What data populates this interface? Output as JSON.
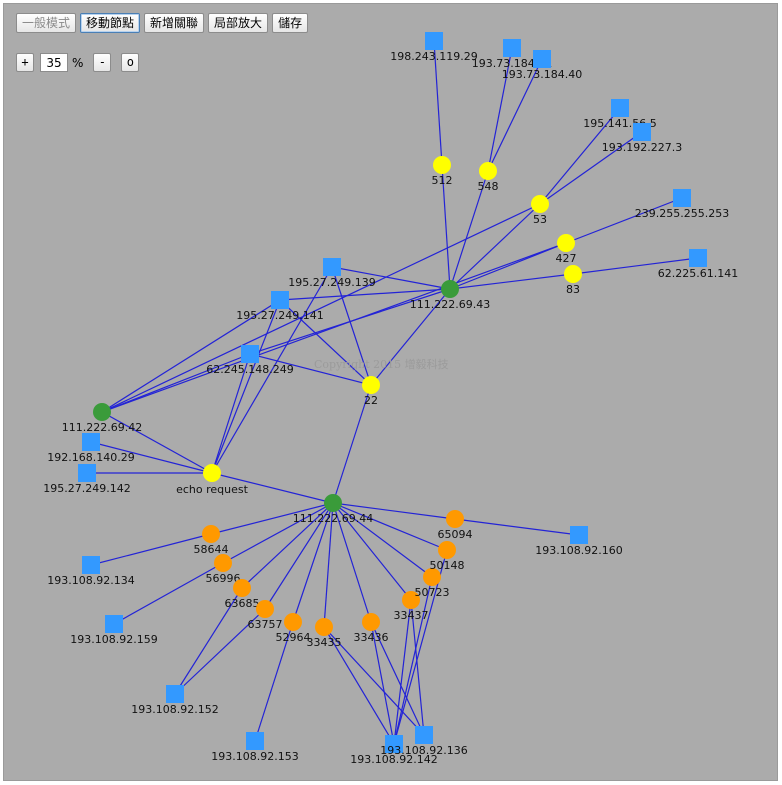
{
  "toolbar": {
    "modes": [
      {
        "label": "一般模式",
        "state": "disabled"
      },
      {
        "label": "移動節點",
        "state": "active"
      },
      {
        "label": "新增關聯",
        "state": "normal"
      },
      {
        "label": "局部放大",
        "state": "normal"
      },
      {
        "label": "儲存",
        "state": "normal"
      }
    ]
  },
  "zoom": {
    "plus_label": "+",
    "value": "35",
    "unit": "%",
    "minus_label": "-",
    "reset_label": "o"
  },
  "watermark": "Copyright 2015 增毅科技",
  "colors": {
    "background": "#ababab",
    "edge": "#2323d6",
    "host": "#3399ff",
    "hub": "#3a9b3a",
    "service": "#ffff00",
    "port": "#ff9900"
  },
  "nodes": [
    {
      "id": "h1",
      "label": "198.243.119.29",
      "kind": "host"
    },
    {
      "id": "h2",
      "label": "193.73.184.41",
      "kind": "host"
    },
    {
      "id": "h3",
      "label": "193.73.184.40",
      "kind": "host"
    },
    {
      "id": "h4",
      "label": "195.141.56.5",
      "kind": "host"
    },
    {
      "id": "h5",
      "label": "193.192.227.3",
      "kind": "host"
    },
    {
      "id": "h6",
      "label": "239.255.255.253",
      "kind": "host"
    },
    {
      "id": "h7",
      "label": "62.225.61.141",
      "kind": "host"
    },
    {
      "id": "h8",
      "label": "195.27.249.139",
      "kind": "host"
    },
    {
      "id": "h9",
      "label": "195.27.249.141",
      "kind": "host"
    },
    {
      "id": "h10",
      "label": "62.245.148.249",
      "kind": "host"
    },
    {
      "id": "h11",
      "label": "192.168.140.29",
      "kind": "host"
    },
    {
      "id": "h12",
      "label": "195.27.249.142",
      "kind": "host"
    },
    {
      "id": "h13",
      "label": "193.108.92.160",
      "kind": "host"
    },
    {
      "id": "h14",
      "label": "193.108.92.134",
      "kind": "host"
    },
    {
      "id": "h15",
      "label": "193.108.92.159",
      "kind": "host"
    },
    {
      "id": "h16",
      "label": "193.108.92.152",
      "kind": "host"
    },
    {
      "id": "h17",
      "label": "193.108.92.153",
      "kind": "host"
    },
    {
      "id": "h18",
      "label": "193.108.92.142",
      "kind": "host"
    },
    {
      "id": "h19",
      "label": "193.108.92.136",
      "kind": "host"
    },
    {
      "id": "g1",
      "label": "111.222.69.43",
      "kind": "hub"
    },
    {
      "id": "g2",
      "label": "111.222.69.42",
      "kind": "hub"
    },
    {
      "id": "g3",
      "label": "111.222.69.44",
      "kind": "hub"
    },
    {
      "id": "s512",
      "label": "512",
      "kind": "service"
    },
    {
      "id": "s548",
      "label": "548",
      "kind": "service"
    },
    {
      "id": "s53",
      "label": "53",
      "kind": "service"
    },
    {
      "id": "s427",
      "label": "427",
      "kind": "service"
    },
    {
      "id": "s83",
      "label": "83",
      "kind": "service"
    },
    {
      "id": "s22",
      "label": "22",
      "kind": "service"
    },
    {
      "id": "secho",
      "label": "echo request",
      "kind": "service"
    },
    {
      "id": "p58644",
      "label": "58644",
      "kind": "port"
    },
    {
      "id": "p56996",
      "label": "56996",
      "kind": "port"
    },
    {
      "id": "p63685",
      "label": "63685",
      "kind": "port"
    },
    {
      "id": "p63757",
      "label": "63757",
      "kind": "port"
    },
    {
      "id": "p52964",
      "label": "52964",
      "kind": "port"
    },
    {
      "id": "p33435",
      "label": "33435",
      "kind": "port"
    },
    {
      "id": "p33436",
      "label": "33436",
      "kind": "port"
    },
    {
      "id": "p33437",
      "label": "33437",
      "kind": "port"
    },
    {
      "id": "p50723",
      "label": "50723",
      "kind": "port"
    },
    {
      "id": "p50148",
      "label": "50148",
      "kind": "port"
    },
    {
      "id": "p65094",
      "label": "65094",
      "kind": "port"
    }
  ],
  "edges": [
    [
      "h1",
      "s512"
    ],
    [
      "h2",
      "s548"
    ],
    [
      "h3",
      "s548"
    ],
    [
      "h4",
      "s53"
    ],
    [
      "h5",
      "s53"
    ],
    [
      "h6",
      "s427"
    ],
    [
      "h7",
      "s83"
    ],
    [
      "s512",
      "g1"
    ],
    [
      "s548",
      "g1"
    ],
    [
      "s53",
      "g1"
    ],
    [
      "s427",
      "g1"
    ],
    [
      "s83",
      "g1"
    ],
    [
      "s22",
      "g1"
    ],
    [
      "g1",
      "h9"
    ],
    [
      "g1",
      "h10"
    ],
    [
      "g1",
      "h8"
    ],
    [
      "h8",
      "secho"
    ],
    [
      "h8",
      "s22"
    ],
    [
      "h9",
      "s22"
    ],
    [
      "h9",
      "secho"
    ],
    [
      "h10",
      "s22"
    ],
    [
      "h10",
      "secho"
    ],
    [
      "g2",
      "s53"
    ],
    [
      "g2",
      "s427"
    ],
    [
      "g2",
      "h9"
    ],
    [
      "g2",
      "h10"
    ],
    [
      "g2",
      "secho"
    ],
    [
      "h11",
      "secho"
    ],
    [
      "h12",
      "secho"
    ],
    [
      "secho",
      "g3"
    ],
    [
      "s22",
      "g3"
    ],
    [
      "g3",
      "p58644"
    ],
    [
      "g3",
      "p56996"
    ],
    [
      "g3",
      "p63685"
    ],
    [
      "g3",
      "p63757"
    ],
    [
      "g3",
      "p52964"
    ],
    [
      "g3",
      "p33435"
    ],
    [
      "g3",
      "p33436"
    ],
    [
      "g3",
      "p33437"
    ],
    [
      "g3",
      "p50723"
    ],
    [
      "g3",
      "p50148"
    ],
    [
      "g3",
      "p65094"
    ],
    [
      "p58644",
      "h14"
    ],
    [
      "p56996",
      "h15"
    ],
    [
      "p63685",
      "h16"
    ],
    [
      "p63757",
      "h16"
    ],
    [
      "p52964",
      "h17"
    ],
    [
      "p33435",
      "h18"
    ],
    [
      "p33435",
      "h19"
    ],
    [
      "p33436",
      "h18"
    ],
    [
      "p33436",
      "h19"
    ],
    [
      "p33437",
      "h18"
    ],
    [
      "p33437",
      "h19"
    ],
    [
      "p50723",
      "h18"
    ],
    [
      "p50148",
      "h18"
    ],
    [
      "p65094",
      "h13"
    ]
  ]
}
